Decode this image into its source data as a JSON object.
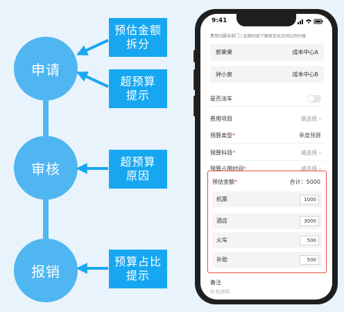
{
  "diagram": {
    "stages": [
      "申请",
      "审核",
      "报销"
    ],
    "notes": {
      "estimate_split": "预估金额\n拆分",
      "over_budget_tip": "超预算\n提示",
      "over_budget_reason": "超预算\n原因",
      "budget_ratio_tip": "预算占比\n提示"
    },
    "colors": {
      "circle": "#4fb6f2",
      "note": "#17a7f0",
      "line": "#4fb6f2"
    }
  },
  "phone": {
    "status_time": "9:41",
    "tip_text": "费用归属各部门 | 此期间接下面按支出合同比例分摊",
    "cost_rows": [
      {
        "name": "郭果果",
        "center": "成本中心A"
      },
      {
        "name": "钟小泉",
        "center": "成本中心B"
      }
    ],
    "fields": {
      "car_label": "是否派车",
      "expense_item_label": "费用项目",
      "expense_item_value": "请选择",
      "budget_type_label": "预算类型",
      "budget_type_value": "季度预算",
      "budget_subject_label": "预算科目",
      "budget_subject_value": "请选择",
      "budget_time_label": "预算占用时间",
      "budget_time_value": "请选择"
    },
    "estimate": {
      "label": "预估金额",
      "total": "合计：5000",
      "items": [
        {
          "name": "机票",
          "amount": "1000"
        },
        {
          "name": "酒店",
          "amount": "3000"
        },
        {
          "name": "火车",
          "amount": "500"
        },
        {
          "name": "补助",
          "amount": "500"
        }
      ]
    },
    "remark_label": "备注",
    "remark_placeholder": "补充说明",
    "required_mark": "*",
    "chevron": "›",
    "accent_red": "#e64b3c"
  }
}
